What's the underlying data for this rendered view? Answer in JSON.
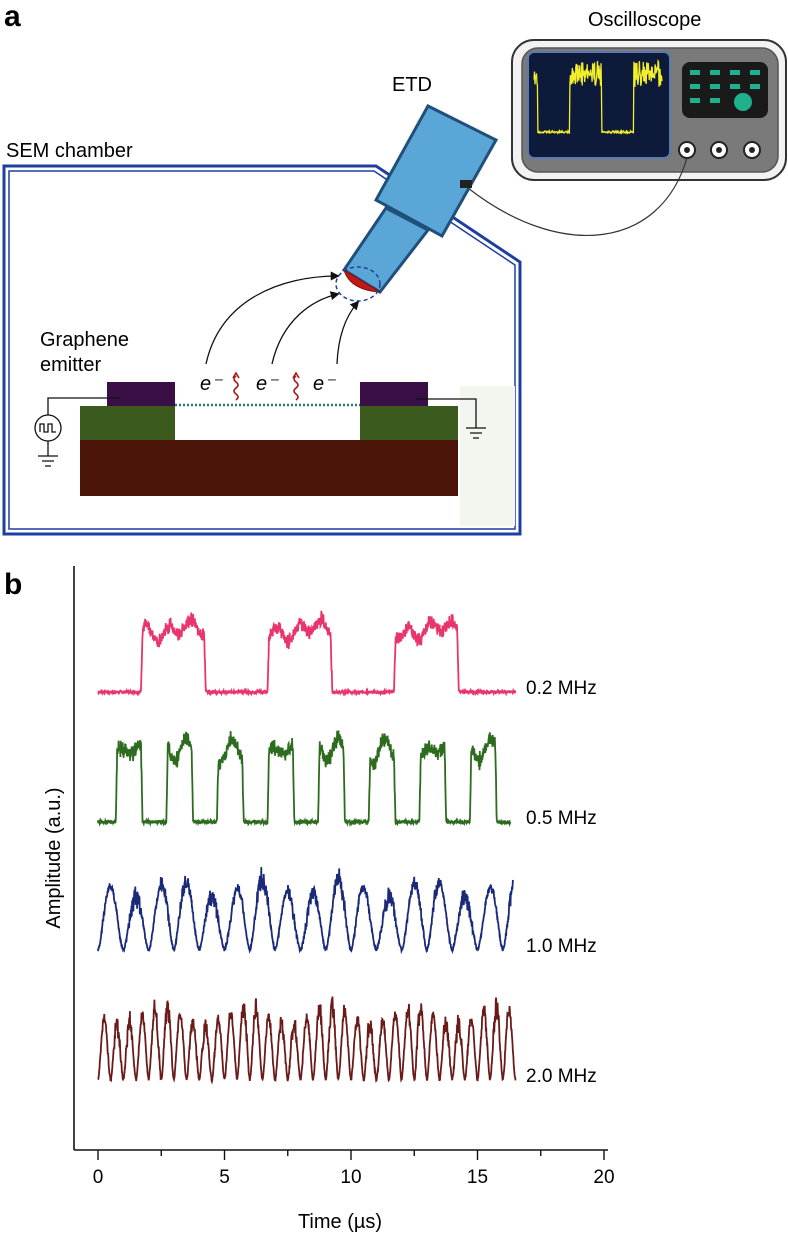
{
  "panel_a": {
    "label": "a",
    "oscilloscope_label": "Oscilloscope",
    "etd_label": "ETD",
    "chamber_label": "SEM chamber",
    "emitter_label_line1": "Graphene",
    "emitter_label_line2": "emitter",
    "electron_labels": [
      "e⁻",
      "e⁻",
      "e⁻"
    ]
  },
  "panel_b": {
    "label": "b",
    "ylabel": "Amplitude (a.u.)",
    "xlabel": "Time (µs)"
  },
  "colors": {
    "trace_0_2": "#e8356b",
    "trace_0_5": "#2d6b1f",
    "trace_1_0": "#1b2a78",
    "trace_2_0": "#6b1a1a",
    "chamber_border": "#1f3fa0",
    "substrate": "#4b1408",
    "oxide": "#3a5a1e",
    "electrode": "#3a0f45",
    "detector": "#5aa6d6",
    "scope_trace": "#f2ef2a"
  },
  "chart_data": {
    "type": "line",
    "xlabel": "Time (µs)",
    "ylabel": "Amplitude (a.u.)",
    "xlim": [
      0,
      20
    ],
    "xticks": [
      0,
      5,
      10,
      15,
      20
    ],
    "y_tick_labels": "none",
    "series": [
      {
        "name": "0.2 MHz",
        "waveform": "square",
        "frequency_MHz": 0.2,
        "period_us": 5.0,
        "duty": 0.5,
        "first_rise_us": 1.7,
        "t_end_us": 16.5
      },
      {
        "name": "0.5 MHz",
        "waveform": "square",
        "frequency_MHz": 0.5,
        "period_us": 2.0,
        "duty": 0.5,
        "first_rise_us": 0.7,
        "t_end_us": 16.3
      },
      {
        "name": "1.0 MHz",
        "waveform": "pulse",
        "frequency_MHz": 1.0,
        "period_us": 1.0,
        "t_end_us": 16.4
      },
      {
        "name": "2.0 MHz",
        "waveform": "pulse",
        "frequency_MHz": 2.0,
        "period_us": 0.5,
        "t_end_us": 16.5
      }
    ]
  }
}
